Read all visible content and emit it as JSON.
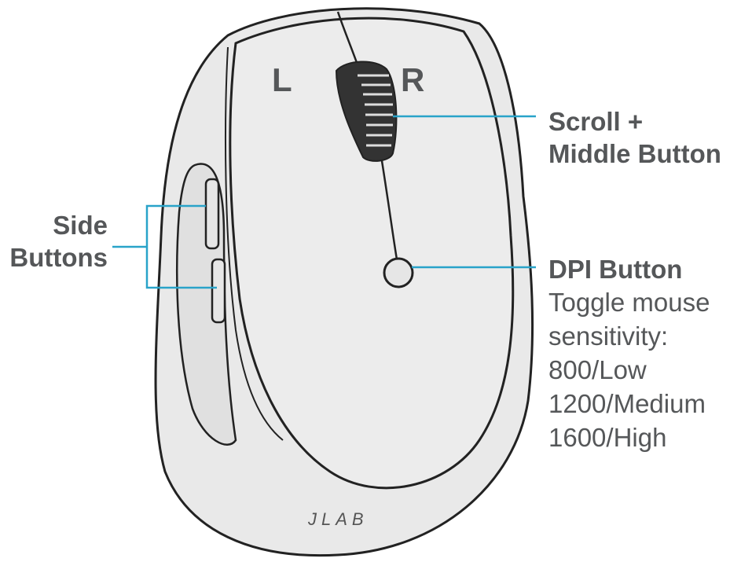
{
  "mouse": {
    "left_label": "L",
    "right_label": "R",
    "logo_text": "JLAB"
  },
  "callouts": {
    "scroll": {
      "line1": "Scroll +",
      "line2": "Middle Button"
    },
    "side": {
      "line1": "Side",
      "line2": "Buttons"
    },
    "dpi": {
      "title": "DPI Button",
      "desc1": "Toggle mouse",
      "desc2": "sensitivity:",
      "settings": [
        "800/Low",
        "1200/Medium",
        "1600/High"
      ]
    }
  },
  "colors": {
    "leader_line": "#29a3c9",
    "text": "#555759",
    "body_fill": "#e9e9e9",
    "outline": "#222222"
  }
}
